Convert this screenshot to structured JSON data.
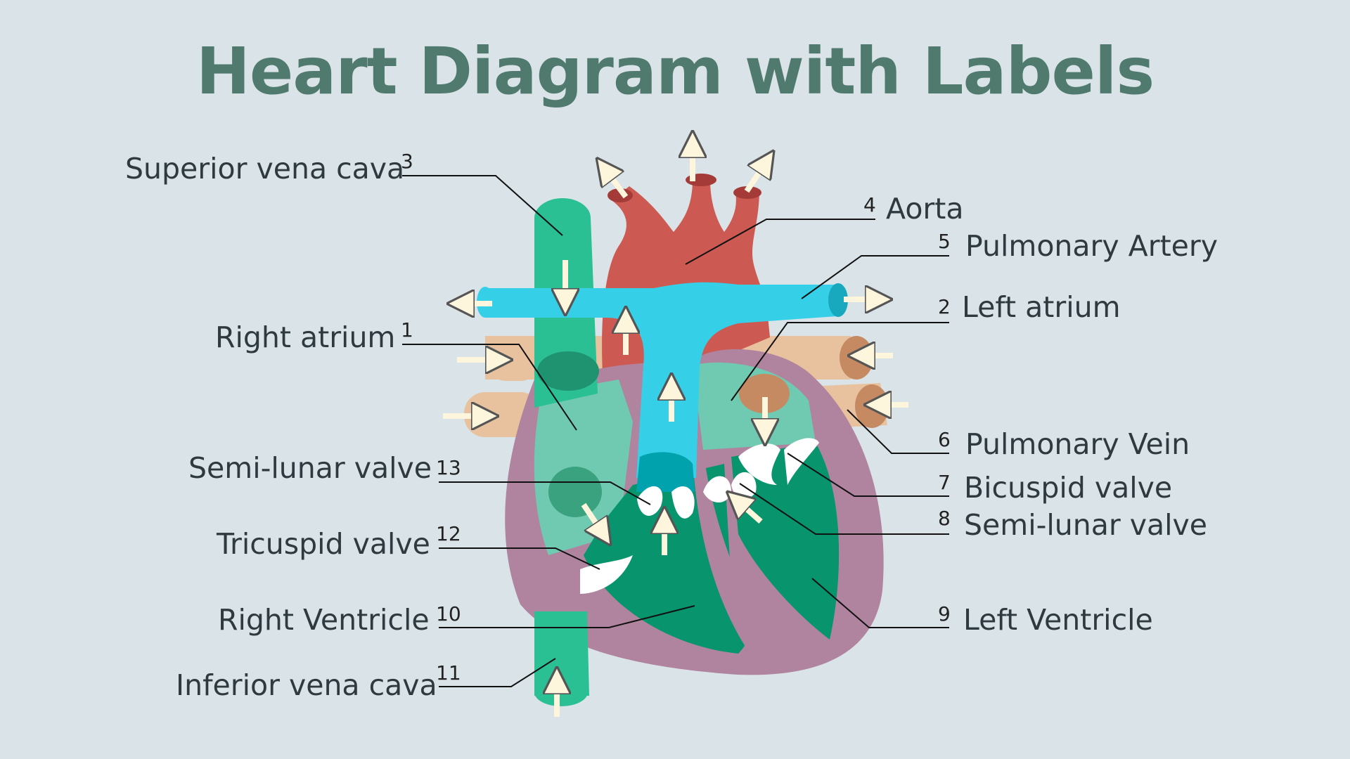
{
  "title": "Heart Diagram with Labels",
  "colors": {
    "background": "#dae4e8",
    "title": "#4f7a6d",
    "vena_cava": "#2bbf94",
    "aorta": "#cc5a53",
    "pulmonary_artery": "#35d0e8",
    "pulmonary_vein": "#e8c29e",
    "heart_wall": "#b0849f",
    "atrium": "#6fcab1",
    "ventricle": "#08946d"
  },
  "labels": {
    "superior_vena_cava": {
      "num": "3",
      "text": "Superior vena cava"
    },
    "aorta": {
      "num": "4",
      "text": "Aorta"
    },
    "pulmonary_artery": {
      "num": "5",
      "text": "Pulmonary Artery"
    },
    "left_atrium": {
      "num": "2",
      "text": "Left atrium"
    },
    "right_atrium": {
      "num": "1",
      "text": "Right atrium"
    },
    "semi_lunar_valve_left": {
      "num": "13",
      "text": "Semi-lunar valve"
    },
    "pulmonary_vein": {
      "num": "6",
      "text": "Pulmonary Vein"
    },
    "bicuspid_valve": {
      "num": "7",
      "text": "Bicuspid valve"
    },
    "semi_lunar_valve_right": {
      "num": "8",
      "text": "Semi-lunar valve"
    },
    "tricuspid_valve": {
      "num": "12",
      "text": "Tricuspid valve"
    },
    "right_ventricle": {
      "num": "10",
      "text": "Right Ventricle"
    },
    "left_ventricle": {
      "num": "9",
      "text": "Left Ventricle"
    },
    "inferior_vena_cava": {
      "num": "11",
      "text": "Inferior vena cava"
    }
  }
}
